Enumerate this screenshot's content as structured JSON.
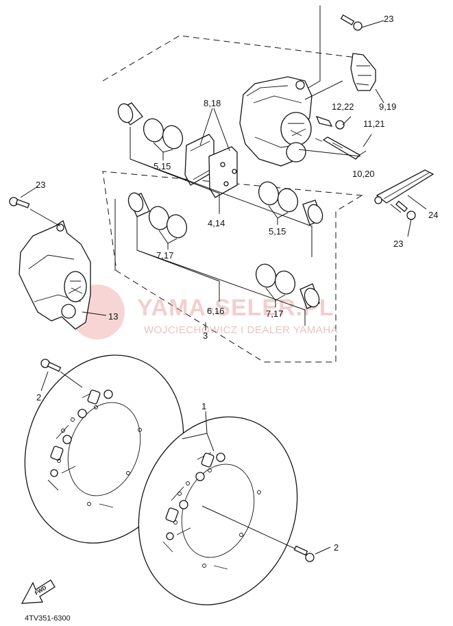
{
  "diagram": {
    "code": "4TV351-6300",
    "watermark": {
      "brand": "YAMA-SELER.PL",
      "subtitle": "WOJCIECHOWICZ I DEALER YAMAHA"
    },
    "fwd_label": "FWD",
    "callouts": [
      {
        "id": "c23a",
        "text": "23"
      },
      {
        "id": "c23b",
        "text": "23"
      },
      {
        "id": "c23c",
        "text": "23"
      },
      {
        "id": "c818",
        "text": "8,18"
      },
      {
        "id": "c1222",
        "text": "12,22"
      },
      {
        "id": "c919",
        "text": "9,19"
      },
      {
        "id": "c1121",
        "text": "11,21"
      },
      {
        "id": "c515a",
        "text": "5,15"
      },
      {
        "id": "c1020",
        "text": "10,20"
      },
      {
        "id": "c24",
        "text": "24"
      },
      {
        "id": "c414",
        "text": "4,14"
      },
      {
        "id": "c515b",
        "text": "5,15"
      },
      {
        "id": "c717a",
        "text": "7,17"
      },
      {
        "id": "c616",
        "text": "6,16"
      },
      {
        "id": "c717b",
        "text": "7,17"
      },
      {
        "id": "c3",
        "text": "3"
      },
      {
        "id": "c13",
        "text": "13"
      },
      {
        "id": "c2a",
        "text": "2"
      },
      {
        "id": "c1",
        "text": "1"
      },
      {
        "id": "c2b",
        "text": "2"
      }
    ]
  }
}
